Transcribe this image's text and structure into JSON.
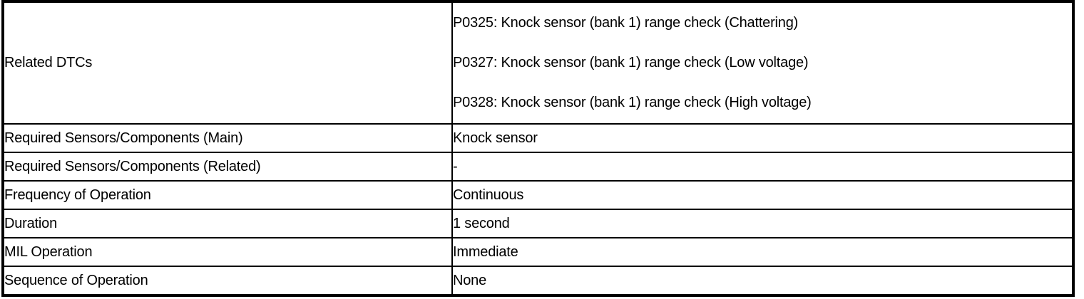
{
  "document": {
    "type": "diagnostic-specification-table",
    "colors": {
      "border": "#000000",
      "text": "#000000",
      "background": "#ffffff"
    }
  },
  "table": {
    "rows": [
      {
        "label": "Related DTCs",
        "value_lines": [
          "P0325: Knock sensor (bank 1) range check (Chattering)",
          "P0327: Knock sensor (bank 1) range check (Low voltage)",
          "P0328: Knock sensor (bank 1) range check (High voltage)"
        ]
      },
      {
        "label": "Required Sensors/Components (Main)",
        "value": "Knock sensor"
      },
      {
        "label": "Required Sensors/Components (Related)",
        "value": "-"
      },
      {
        "label": "Frequency of Operation",
        "value": "Continuous"
      },
      {
        "label": "Duration",
        "value": "1 second"
      },
      {
        "label": "MIL Operation",
        "value": "Immediate"
      },
      {
        "label": "Sequence of Operation",
        "value": "None"
      }
    ]
  }
}
